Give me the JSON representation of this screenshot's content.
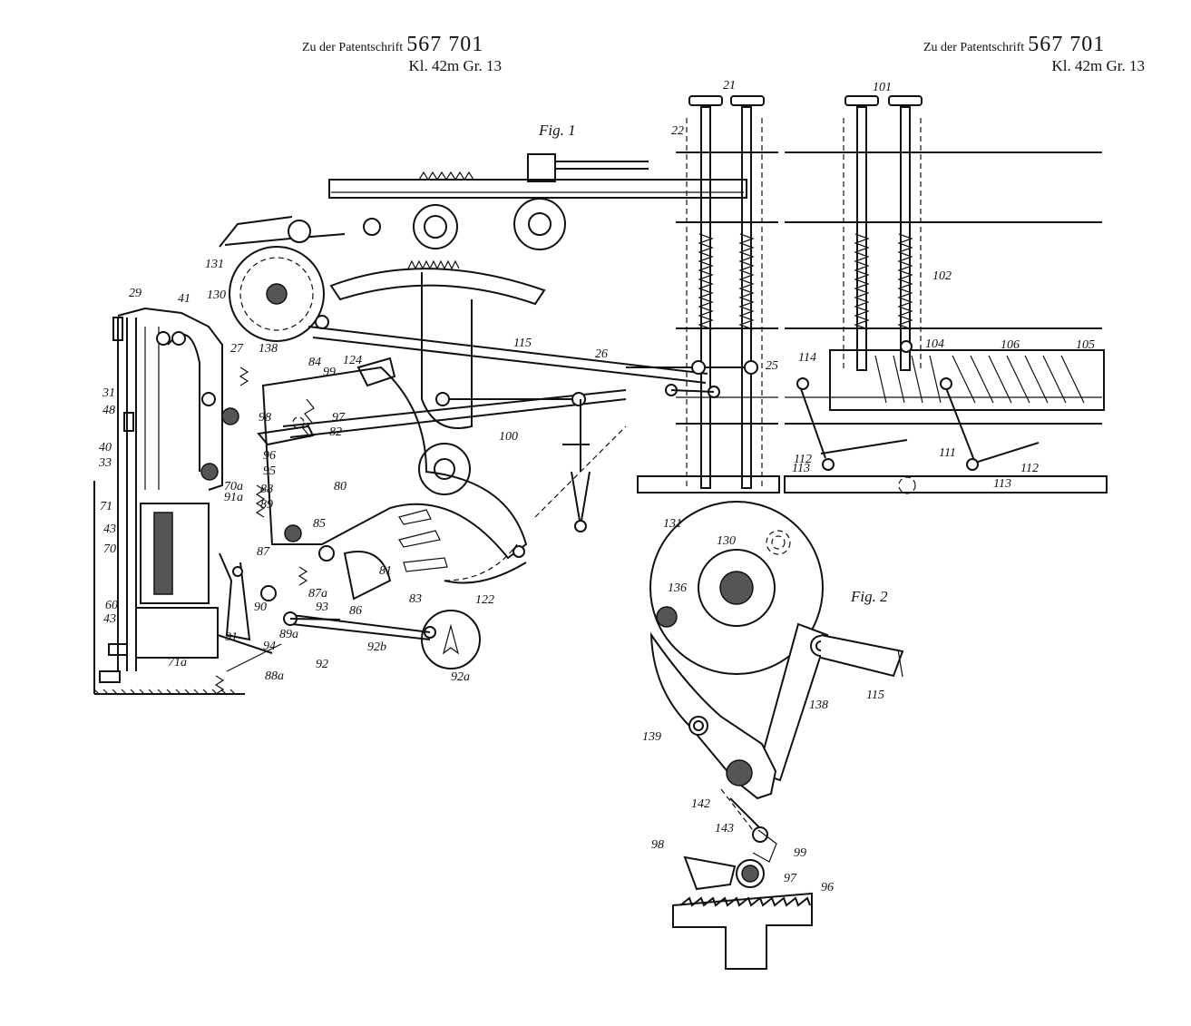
{
  "header_left": {
    "prefix": "Zu der Patentschrift",
    "number": "567 701",
    "class": "Kl. 42m  Gr. 13"
  },
  "header_right": {
    "prefix": "Zu der Patentschrift",
    "number": "567 701",
    "class": "Kl. 42m  Gr. 13"
  },
  "fig1": {
    "title": "Fig. 1",
    "labels": [
      "21",
      "22",
      "101",
      "102",
      "131",
      "130",
      "29",
      "41",
      "27",
      "138",
      "115",
      "26",
      "25",
      "114",
      "104",
      "106",
      "105",
      "31",
      "48",
      "40",
      "33",
      "84",
      "99",
      "124",
      "97",
      "98",
      "82",
      "96",
      "95",
      "70a",
      "91a",
      "88",
      "89",
      "80",
      "100",
      "112",
      "113",
      "111",
      "71",
      "43",
      "70",
      "85",
      "87",
      "60",
      "90",
      "87a",
      "93",
      "86",
      "81",
      "83",
      "122",
      "89a",
      "91",
      "94",
      "92",
      "92b",
      "92a",
      "88a",
      "71a"
    ]
  },
  "fig2": {
    "title": "Fig. 2",
    "labels": [
      "131",
      "130",
      "136",
      "138",
      "115",
      "139",
      "142",
      "143",
      "99",
      "98",
      "97",
      "96"
    ]
  }
}
